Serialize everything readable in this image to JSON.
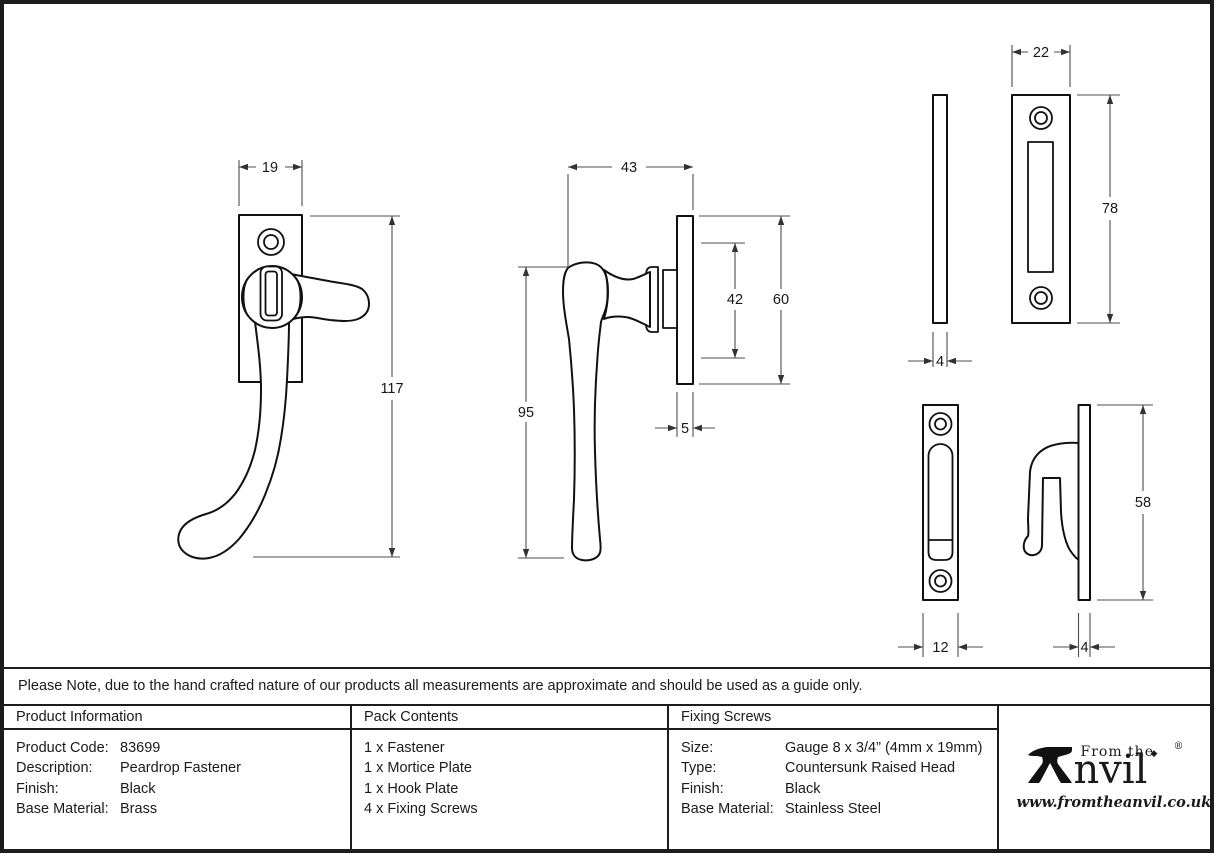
{
  "note": "Please Note, due to the hand crafted nature of our products all measurements are approximate and should be used as a guide only.",
  "table": {
    "product_information": {
      "title": "Product Information",
      "rows": [
        {
          "label": "Product Code:",
          "value": "83699"
        },
        {
          "label": "Description:",
          "value": "Peardrop Fastener"
        },
        {
          "label": "Finish:",
          "value": "Black"
        },
        {
          "label": "Base Material:",
          "value": "Brass"
        }
      ]
    },
    "pack_contents": {
      "title": "Pack Contents",
      "items": [
        "1 x Fastener",
        "1 x Mortice Plate",
        "1 x Hook Plate",
        "4 x Fixing Screws"
      ]
    },
    "fixing_screws": {
      "title": "Fixing Screws",
      "rows": [
        {
          "label": "Size:",
          "value": "Gauge 8 x 3/4” (4mm x 19mm)"
        },
        {
          "label": "Type:",
          "value": "Countersunk Raised Head"
        },
        {
          "label": "Finish:",
          "value": "Black"
        },
        {
          "label": "Base Material:",
          "value": "Stainless Steel"
        }
      ]
    }
  },
  "logo": {
    "prefix": "From the",
    "name_rest": "nvil",
    "registered": "®",
    "diamond": "◆",
    "url": "www.fromtheanvil.co.uk"
  },
  "dimensions": {
    "fastener_front": {
      "width": "19",
      "height": "117"
    },
    "fastener_side": {
      "depth": "43",
      "handle_height": "95",
      "boss_height": "42",
      "plate_height": "60",
      "plate_thickness": "5"
    },
    "mortice_plate": {
      "width": "22",
      "height": "78",
      "thickness": "4"
    },
    "hook_plate": {
      "width": "12",
      "height": "58",
      "thickness": "4"
    }
  },
  "colors": {
    "line": "#111111",
    "dimension": "#4d4d4d",
    "background": "#ffffff"
  }
}
